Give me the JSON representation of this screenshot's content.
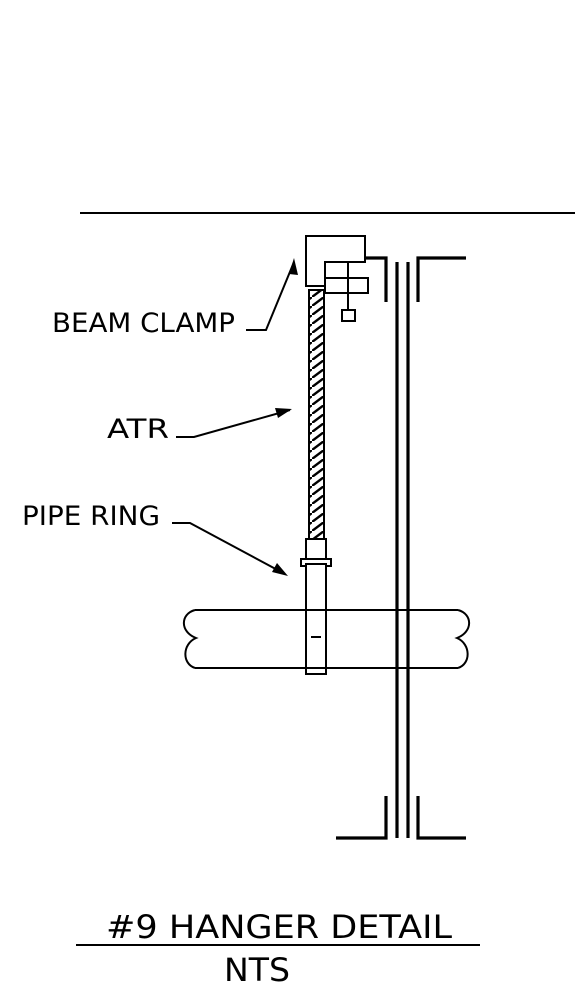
{
  "callouts": {
    "beam_clamp": "BEAM CLAMP",
    "atr": "ATR",
    "pipe_ring": "PIPE RING"
  },
  "title": {
    "main": "#9 HANGER DETAIL",
    "scale": "NTS"
  }
}
